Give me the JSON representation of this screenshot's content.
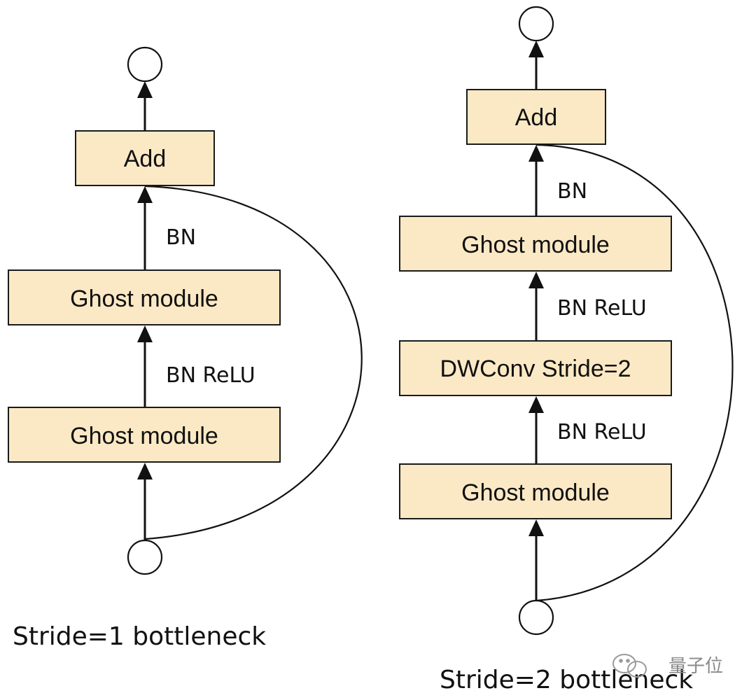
{
  "left": {
    "add_label": "Add",
    "bn_label": "BN",
    "ghost2_label": "Ghost module",
    "bn_relu_label": "BN ReLU",
    "ghost1_label": "Ghost module",
    "caption": "Stride=1 bottleneck"
  },
  "right": {
    "add_label": "Add",
    "bn_label": "BN",
    "ghost2_label": "Ghost module",
    "bn_relu_2_label": "BN ReLU",
    "dwconv_label": "DWConv Stride=2",
    "bn_relu_1_label": "BN ReLU",
    "ghost1_label": "Ghost module",
    "caption": "Stride=2 bottleneck"
  },
  "watermark": {
    "text": "量子位",
    "icon": "wechat-icon"
  },
  "colors": {
    "box_fill": "#fbe9c5",
    "stroke": "#111111"
  }
}
